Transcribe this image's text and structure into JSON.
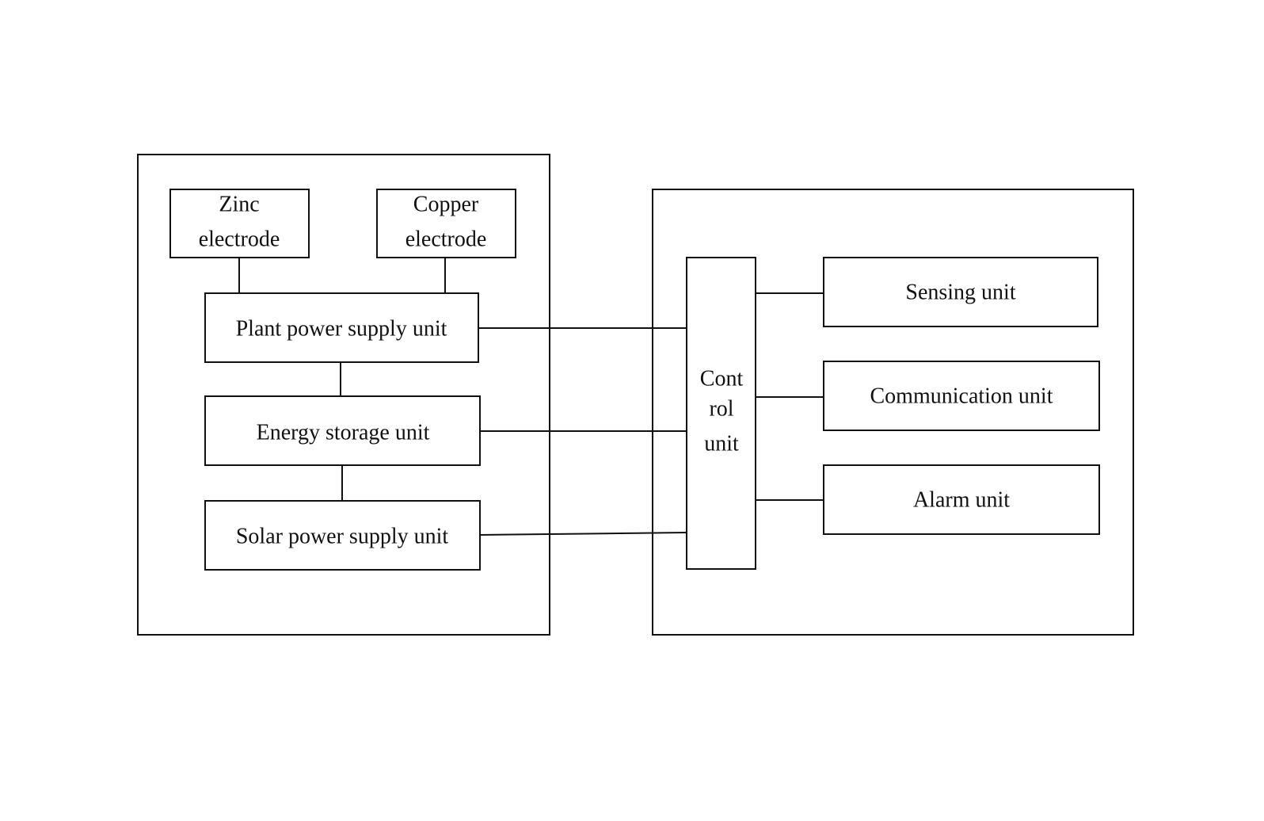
{
  "left_group": {
    "zinc_electrode": [
      "Zinc",
      "electrode"
    ],
    "copper_electrode": [
      "Copper",
      "electrode"
    ],
    "plant_power_supply_unit": "Plant power supply unit",
    "energy_storage_unit": "Energy storage unit",
    "solar_power_supply_unit": "Solar power supply unit"
  },
  "right_group": {
    "control_unit": [
      "Cont",
      "rol",
      "unit"
    ],
    "sensing_unit": "Sensing unit",
    "communication_unit": "Communication unit",
    "alarm_unit": "Alarm unit"
  }
}
